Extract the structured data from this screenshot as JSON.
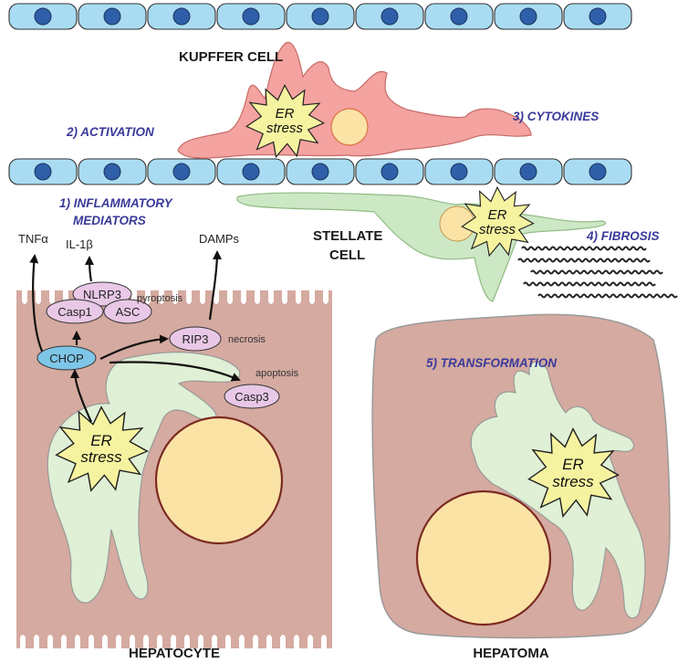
{
  "cells": {
    "kupffer": "KUPFFER CELL",
    "stellate_line1": "STELLATE",
    "stellate_line2": "CELL",
    "hepatocyte": "HEPATOCYTE",
    "hepatoma": "HEPATOMA"
  },
  "steps": {
    "activation": "2) ACTIVATION",
    "cytokines": "3) CYTOKINES",
    "inflammatory_line1": "1) INFLAMMATORY",
    "inflammatory_line2": "MEDIATORS",
    "fibrosis": "4) FIBROSIS",
    "transformation": "5) TRANSFORMATION"
  },
  "er_stress": {
    "line1": "ER",
    "line2": "stress"
  },
  "molecules": {
    "tnf": "TNFα",
    "il1b": "IL-1β",
    "damps": "DAMPs",
    "nlrp3": "NLRP3",
    "casp1": "Casp1",
    "asc": "ASC",
    "rip3": "RIP3",
    "chop": "CHOP",
    "casp3": "Casp3"
  },
  "processes": {
    "pyroptosis": "pyroptosis",
    "necrosis": "necrosis",
    "apoptosis": "apoptosis"
  },
  "colors": {
    "endothelial": "#a9dcf2",
    "nucleus_blue": "#2f5fa8",
    "kupffer": "#f4a3a0",
    "stellate": "#cde8c5",
    "hepatocyte": "#d5aaa0",
    "er": "#dff0d6",
    "nucleus": "#fbe3a6",
    "starburst": "#f6f3a0",
    "molecule": "#e8c8e6",
    "chop": "#7ec6e8",
    "step_text": "#3a3a9a"
  }
}
